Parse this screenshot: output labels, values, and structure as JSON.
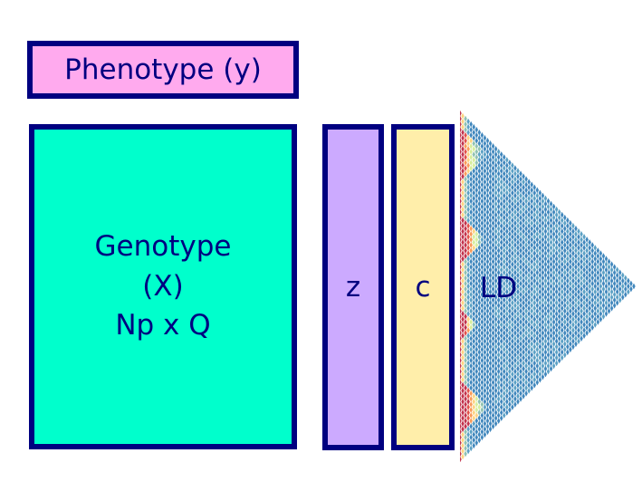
{
  "phenotype": {
    "label": "Phenotype (y)",
    "color": "#ffaaee"
  },
  "genotype": {
    "line1": "Genotype",
    "line2": "(X)",
    "line3": "Np x Q",
    "color": "#00ffcc"
  },
  "z": {
    "label": "z",
    "color": "#ccaaff"
  },
  "c": {
    "label": "c",
    "color": "#ffeeaa"
  },
  "ld": {
    "label": "LD",
    "palette": [
      "#3f86bc",
      "#5aa0c4",
      "#8fc2b0",
      "#d6ee9b",
      "#fdd380",
      "#fa9b58",
      "#e2514a",
      "#c2334d"
    ]
  },
  "border_color": "#000080",
  "text_color": "#000080"
}
